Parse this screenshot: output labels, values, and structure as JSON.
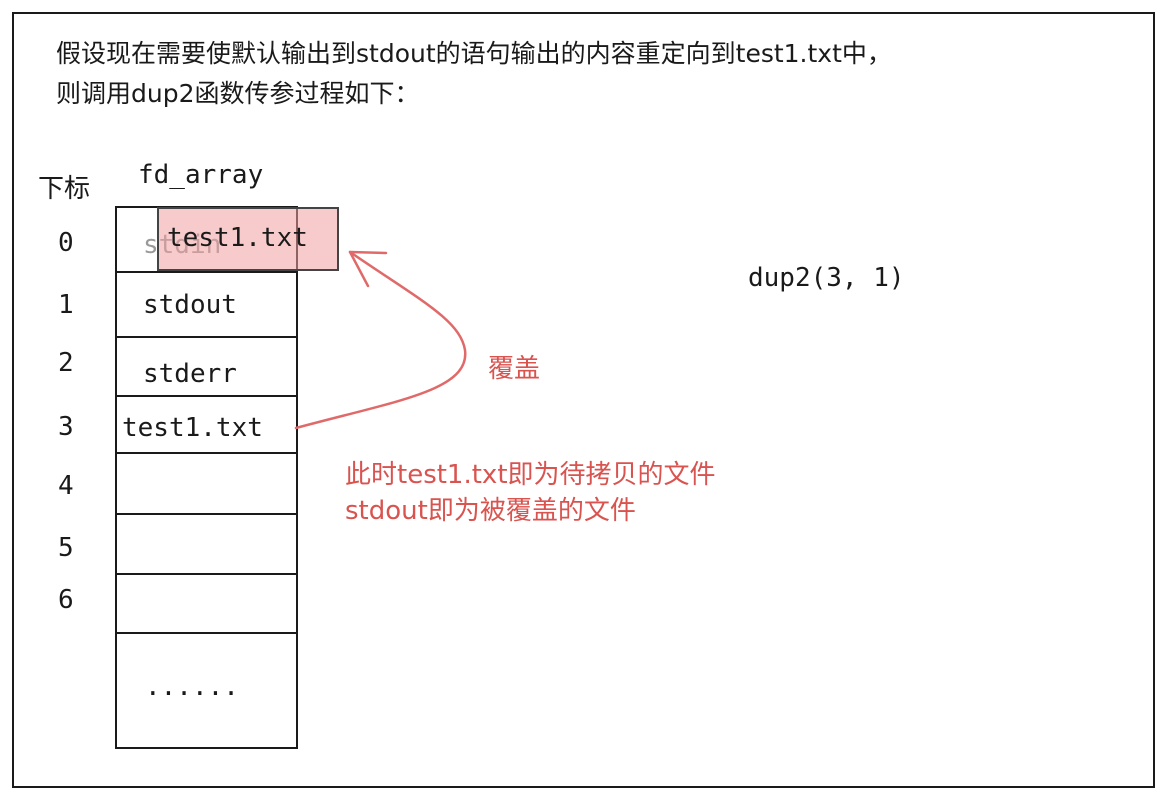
{
  "description": {
    "line1": "假设现在需要使默认输出到stdout的语句输出的内容重定向到test1.txt中，",
    "line2": "则调用dup2函数传参过程如下："
  },
  "table": {
    "index_header": "下标",
    "array_header": "fd_array",
    "rows": [
      {
        "index": "0",
        "value": "stdin"
      },
      {
        "index": "1",
        "value": "stdout"
      },
      {
        "index": "2",
        "value": "stderr"
      },
      {
        "index": "3",
        "value": "test1.txt"
      },
      {
        "index": "4",
        "value": ""
      },
      {
        "index": "5",
        "value": ""
      },
      {
        "index": "6",
        "value": ""
      }
    ],
    "ellipsis": "......"
  },
  "overlay": {
    "value": "test1.txt",
    "fill_color": "#f0a0a0"
  },
  "call": "dup2(3, 1)",
  "annotations": {
    "overwrite": "覆盖",
    "note_line1": "此时test1.txt即为待拷贝的文件",
    "note_line2": "stdout即为被覆盖的文件",
    "color": "#d9534f"
  }
}
